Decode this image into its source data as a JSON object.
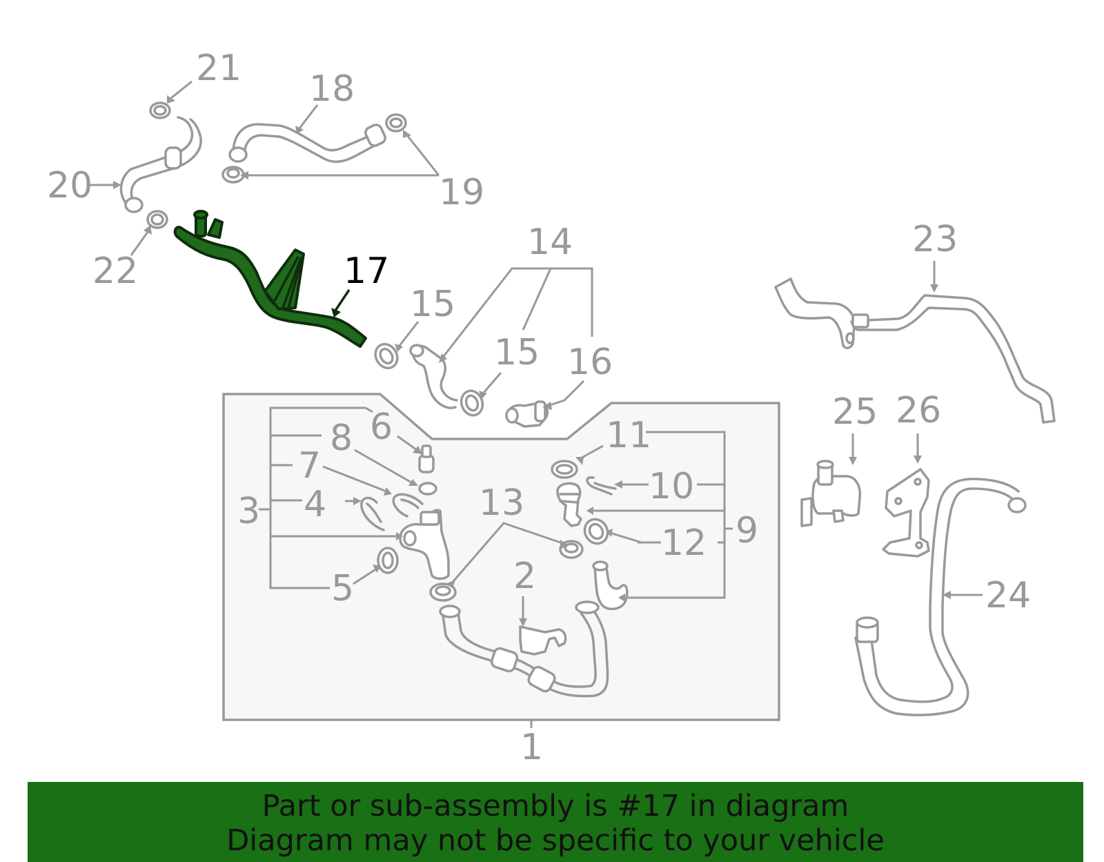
{
  "callouts": {
    "c1": "1",
    "c2": "2",
    "c3": "3",
    "c4": "4",
    "c5": "5",
    "c6": "6",
    "c7": "7",
    "c8": "8",
    "c9": "9",
    "c10": "10",
    "c11": "11",
    "c12": "12",
    "c13": "13",
    "c14": "14",
    "c15a": "15",
    "c15b": "15",
    "c16": "16",
    "c17": "17",
    "c18": "18",
    "c19": "19",
    "c20": "20",
    "c21": "21",
    "c22": "22",
    "c23": "23",
    "c24": "24",
    "c25": "25",
    "c26": "26"
  },
  "highlight": {
    "part_number": "17",
    "color": "#1f6b1b"
  },
  "banner": {
    "background": "#1a7014",
    "line1": "Part or sub-assembly is #17 in diagram",
    "line2": "Diagram may not be specific to your vehicle"
  }
}
